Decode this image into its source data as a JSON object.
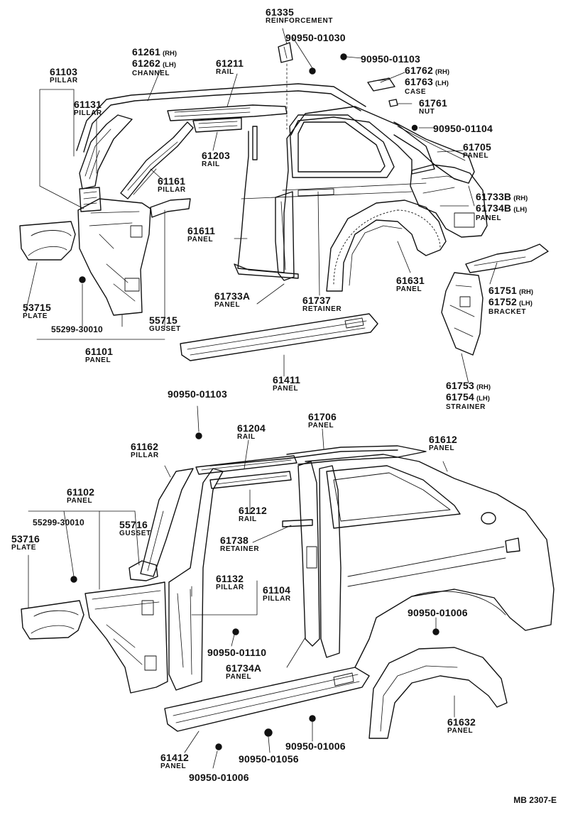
{
  "diagram_ref": "MB 2307-E",
  "parts": {
    "p61335": {
      "no": "61335",
      "name": "REINFORCEMENT"
    },
    "p9095001030": {
      "no": "90950-01030"
    },
    "p9095001103_top": {
      "no": "90950-01103"
    },
    "p61761": {
      "no": "61761",
      "name": "NUT"
    },
    "p9095001104": {
      "no": "90950-01104"
    },
    "p61705": {
      "no": "61705",
      "name": "PANEL"
    },
    "p61733B": {
      "no": "61733B",
      "side": "(RH)"
    },
    "p61734B": {
      "no": "61734B",
      "side": "(LH)",
      "name": "PANEL"
    },
    "p61261": {
      "no": "61261",
      "side": "(RH)"
    },
    "p61262": {
      "no": "61262",
      "side": "(LH)",
      "name": "CHANNEL"
    },
    "p61211": {
      "no": "61211",
      "name": "RAIL"
    },
    "p61762": {
      "no": "61762",
      "side": "(RH)"
    },
    "p61763": {
      "no": "61763",
      "side": "(LH)",
      "name": "CASE"
    },
    "p61103": {
      "no": "61103",
      "name": "PILLAR"
    },
    "p61131": {
      "no": "61131",
      "name": "PILLAR"
    },
    "p61203": {
      "no": "61203",
      "name": "RAIL"
    },
    "p61161": {
      "no": "61161",
      "name": "PILLAR"
    },
    "p61611": {
      "no": "61611",
      "name": "PANEL"
    },
    "p61631": {
      "no": "61631",
      "name": "PANEL"
    },
    "p61751": {
      "no": "61751",
      "side": "(RH)"
    },
    "p61752": {
      "no": "61752",
      "side": "(LH)",
      "name": "BRACKET"
    },
    "p53715": {
      "no": "53715",
      "name": "PLATE"
    },
    "p55715": {
      "no": "55715",
      "name": "GUSSET"
    },
    "p5529930010_top": {
      "no": "55299-30010"
    },
    "p61101": {
      "no": "61101",
      "name": "PANEL"
    },
    "p61733A": {
      "no": "61733A",
      "name": "PANEL"
    },
    "p61737": {
      "no": "61737",
      "name": "RETAINER"
    },
    "p61411": {
      "no": "61411",
      "name": "PANEL"
    },
    "p61753": {
      "no": "61753",
      "side": "(RH)"
    },
    "p61754": {
      "no": "61754",
      "side": "(LH)",
      "name": "STRAINER"
    },
    "p9095001103_bot": {
      "no": "90950-01103"
    },
    "p61204": {
      "no": "61204",
      "name": "RAIL"
    },
    "p61706": {
      "no": "61706",
      "name": "PANEL"
    },
    "p61612": {
      "no": "61612",
      "name": "PANEL"
    },
    "p61162": {
      "no": "61162",
      "name": "PILLAR"
    },
    "p61102": {
      "no": "61102",
      "name": "PANEL"
    },
    "p5529930010_bot": {
      "no": "55299-30010"
    },
    "p55716": {
      "no": "55716",
      "name": "GUSSET"
    },
    "p53716": {
      "no": "53716",
      "name": "PLATE"
    },
    "p61212": {
      "no": "61212",
      "name": "RAIL"
    },
    "p61738": {
      "no": "61738",
      "name": "RETAINER"
    },
    "p61132": {
      "no": "61132",
      "name": "PILLAR"
    },
    "p61104": {
      "no": "61104",
      "name": "PILLAR"
    },
    "p9095001006_right": {
      "no": "90950-01006"
    },
    "p9095001110": {
      "no": "90950-01110"
    },
    "p61734A": {
      "no": "61734A",
      "name": "PANEL"
    },
    "p61632": {
      "no": "61632",
      "name": "PANEL"
    },
    "p61412": {
      "no": "61412",
      "name": "PANEL"
    },
    "p9095001056": {
      "no": "90950-01056"
    },
    "p9095001006_mid": {
      "no": "90950-01006"
    },
    "p9095001006_bot": {
      "no": "90950-01006"
    }
  }
}
